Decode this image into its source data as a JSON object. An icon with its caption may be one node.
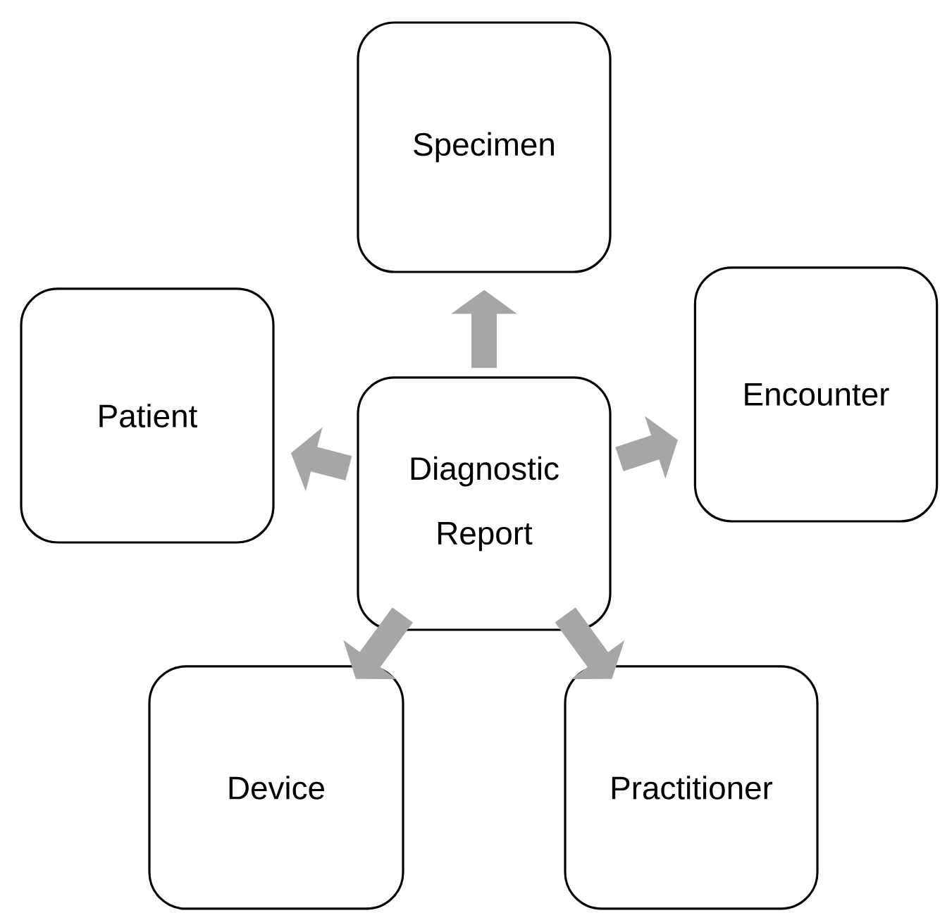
{
  "diagram": {
    "nodes": [
      {
        "text": [
          "Specimen"
        ]
      },
      {
        "text": [
          "Patient"
        ]
      },
      {
        "text": [
          "Diagnostic Report"
        ]
      },
      {
        "text": [
          "Encounter"
        ]
      },
      {
        "text": [
          "Device"
        ]
      },
      {
        "text": [
          "Practitioner"
        ]
      }
    ],
    "edges": [
      {
        "from": 2,
        "to": 0,
        "arrow": "to"
      },
      {
        "from": 2,
        "to": 1,
        "arrow": "to"
      },
      {
        "from": 2,
        "to": 3,
        "arrow": "to"
      },
      {
        "from": 2,
        "to": 4,
        "arrow": "to"
      },
      {
        "from": 2,
        "to": 5,
        "arrow": "to"
      }
    ]
  }
}
